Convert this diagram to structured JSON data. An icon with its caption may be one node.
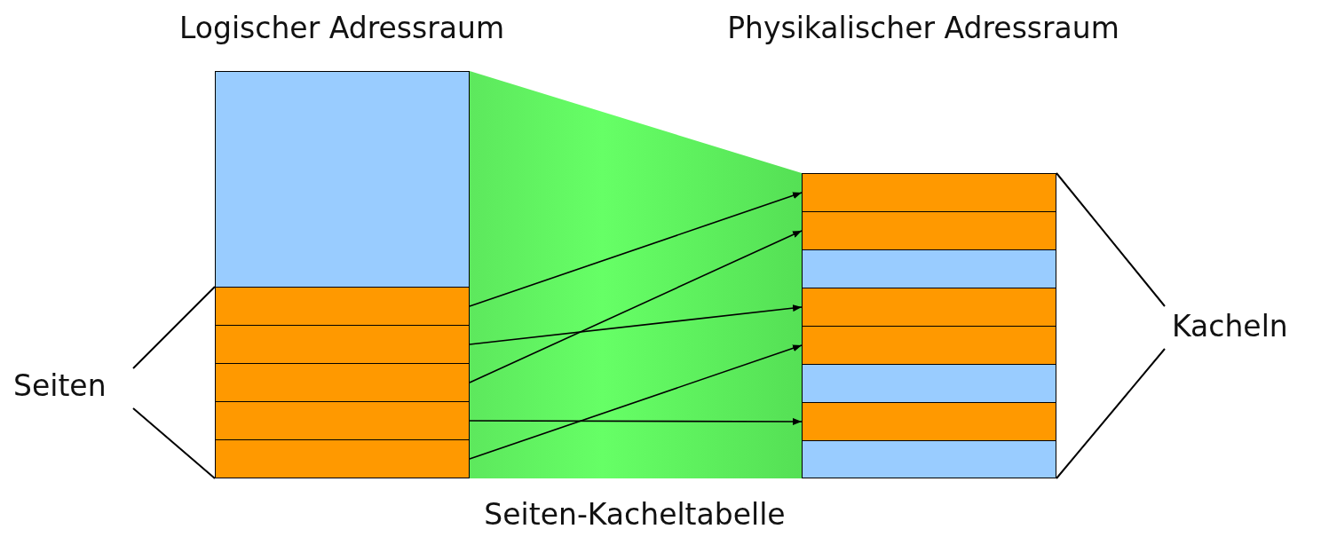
{
  "diagram": {
    "nodes": [
      {
        "text": [
          "Logischer Adressraum"
        ]
      },
      {
        "text": [],
        "shape": "box",
        "in": 0
      },
      {
        "text": [],
        "shape": "box",
        "in": 0
      },
      {
        "text": [],
        "shape": "box",
        "in": 0
      },
      {
        "text": [],
        "shape": "box",
        "in": 0
      },
      {
        "text": [],
        "shape": "box",
        "in": 0
      },
      {
        "text": [],
        "shape": "box",
        "in": 0
      },
      {
        "text": [
          "Physikalischer Adressraum"
        ]
      },
      {
        "text": [],
        "shape": "box",
        "in": 7
      },
      {
        "text": [],
        "shape": "box",
        "in": 7
      },
      {
        "text": [],
        "shape": "box",
        "in": 7
      },
      {
        "text": [],
        "shape": "box",
        "in": 7
      },
      {
        "text": [],
        "shape": "box",
        "in": 7
      },
      {
        "text": [],
        "shape": "box",
        "in": 7
      },
      {
        "text": [],
        "shape": "box",
        "in": 7
      },
      {
        "text": [],
        "shape": "box",
        "in": 7
      }
    ],
    "edges": [
      {
        "from": 2,
        "to": 8,
        "arrow": "to"
      },
      {
        "from": 3,
        "to": 11,
        "arrow": "to"
      },
      {
        "from": 4,
        "to": 9,
        "arrow": "to"
      },
      {
        "from": 5,
        "to": 14,
        "arrow": "to"
      },
      {
        "from": 6,
        "to": 12,
        "arrow": "to"
      }
    ],
    "labels": [
      "Seiten",
      "Kacheln",
      "Seiten-Kacheltabelle"
    ]
  }
}
